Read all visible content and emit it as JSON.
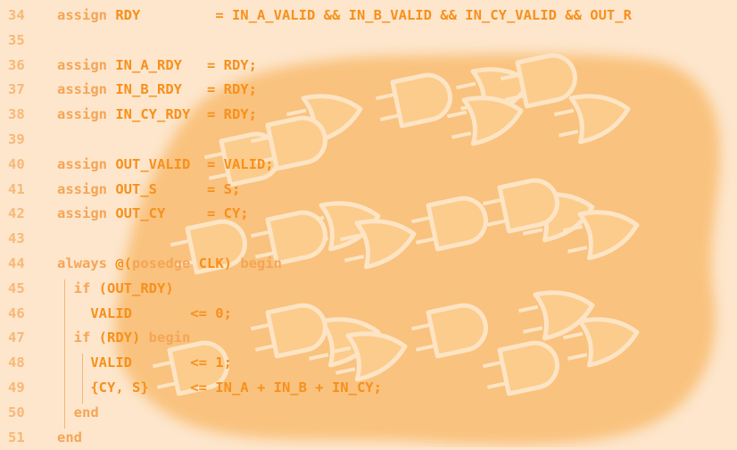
{
  "editor": {
    "lines": [
      {
        "num": "34",
        "segments": [
          {
            "t": "assign",
            "k": 1
          },
          {
            "t": " RDY         = IN_A_VALID && IN_B_VALID && IN_CY_VALID && OUT_R",
            "k": 0
          }
        ]
      },
      {
        "num": "35",
        "segments": []
      },
      {
        "num": "36",
        "segments": [
          {
            "t": "assign",
            "k": 1
          },
          {
            "t": " IN_A_RDY   = RDY;",
            "k": 0
          }
        ]
      },
      {
        "num": "37",
        "segments": [
          {
            "t": "assign",
            "k": 1
          },
          {
            "t": " IN_B_RDY   = RDY;",
            "k": 0
          }
        ]
      },
      {
        "num": "38",
        "segments": [
          {
            "t": "assign",
            "k": 1
          },
          {
            "t": " IN_CY_RDY  = RDY;",
            "k": 0
          }
        ]
      },
      {
        "num": "39",
        "segments": []
      },
      {
        "num": "40",
        "segments": [
          {
            "t": "assign",
            "k": 1
          },
          {
            "t": " OUT_VALID  = VALID;",
            "k": 0
          }
        ]
      },
      {
        "num": "41",
        "segments": [
          {
            "t": "assign",
            "k": 1
          },
          {
            "t": " OUT_S      = S;",
            "k": 0
          }
        ]
      },
      {
        "num": "42",
        "segments": [
          {
            "t": "assign",
            "k": 1
          },
          {
            "t": " OUT_CY     = CY;",
            "k": 0
          }
        ]
      },
      {
        "num": "43",
        "segments": []
      },
      {
        "num": "44",
        "segments": [
          {
            "t": "always",
            "k": 1
          },
          {
            "t": " @(",
            "k": 0
          },
          {
            "t": "posedge",
            "k": 1
          },
          {
            "t": " CLK) ",
            "k": 0
          },
          {
            "t": "begin",
            "k": 1
          }
        ]
      },
      {
        "num": "45",
        "segments": [
          {
            "t": "  ",
            "k": 0
          },
          {
            "t": "if",
            "k": 1
          },
          {
            "t": " (OUT_RDY)",
            "k": 0
          }
        ]
      },
      {
        "num": "46",
        "segments": [
          {
            "t": "    VALID       <= 0;",
            "k": 0
          }
        ]
      },
      {
        "num": "47",
        "segments": [
          {
            "t": "  ",
            "k": 0
          },
          {
            "t": "if",
            "k": 1
          },
          {
            "t": " (RDY) ",
            "k": 0
          },
          {
            "t": "begin",
            "k": 1
          }
        ]
      },
      {
        "num": "48",
        "segments": [
          {
            "t": "    VALID       <= 1;",
            "k": 0
          }
        ]
      },
      {
        "num": "49",
        "segments": [
          {
            "t": "    {CY, S}     <= IN_A + IN_B + IN_CY;",
            "k": 0
          }
        ]
      },
      {
        "num": "50",
        "segments": [
          {
            "t": "  ",
            "k": 0
          },
          {
            "t": "end",
            "k": 1
          }
        ]
      },
      {
        "num": "51",
        "segments": [
          {
            "t": "end",
            "k": 1
          }
        ]
      }
    ]
  },
  "background": {
    "illustration": "logic-gates-icon",
    "blob_color": "#f9c27e",
    "gate_fill": "#fccc8c",
    "gate_stroke": "#fde4c4"
  }
}
